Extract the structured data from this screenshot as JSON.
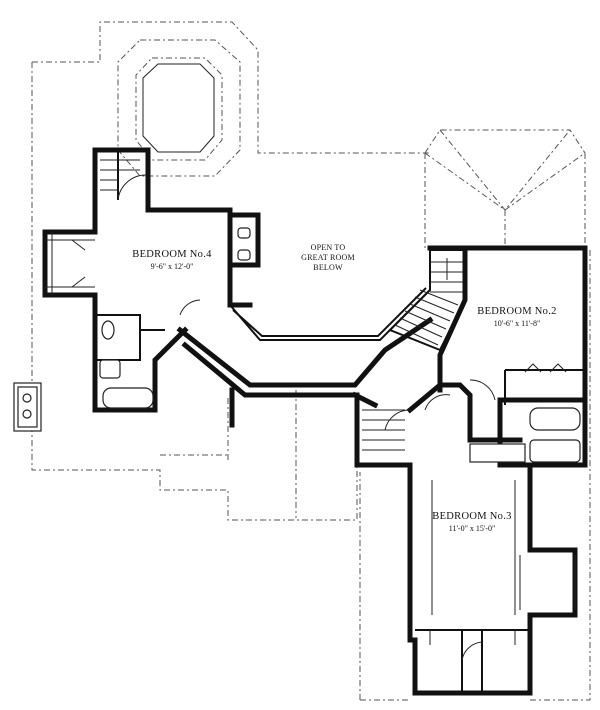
{
  "plan": {
    "rooms": [
      {
        "key": "bedroom4",
        "name": "BEDROOM No.4",
        "dims": "9'-6\" x 12'-0\""
      },
      {
        "key": "bedroom2",
        "name": "BEDROOM No.2",
        "dims": "10'-6\" x 11'-8\""
      },
      {
        "key": "bedroom3",
        "name": "BEDROOM No.3",
        "dims": "11'-0\" x 15'-0\""
      }
    ],
    "open_area": {
      "line1": "OPEN TO",
      "line2": "GREAT ROOM",
      "line3": "BELOW"
    }
  }
}
